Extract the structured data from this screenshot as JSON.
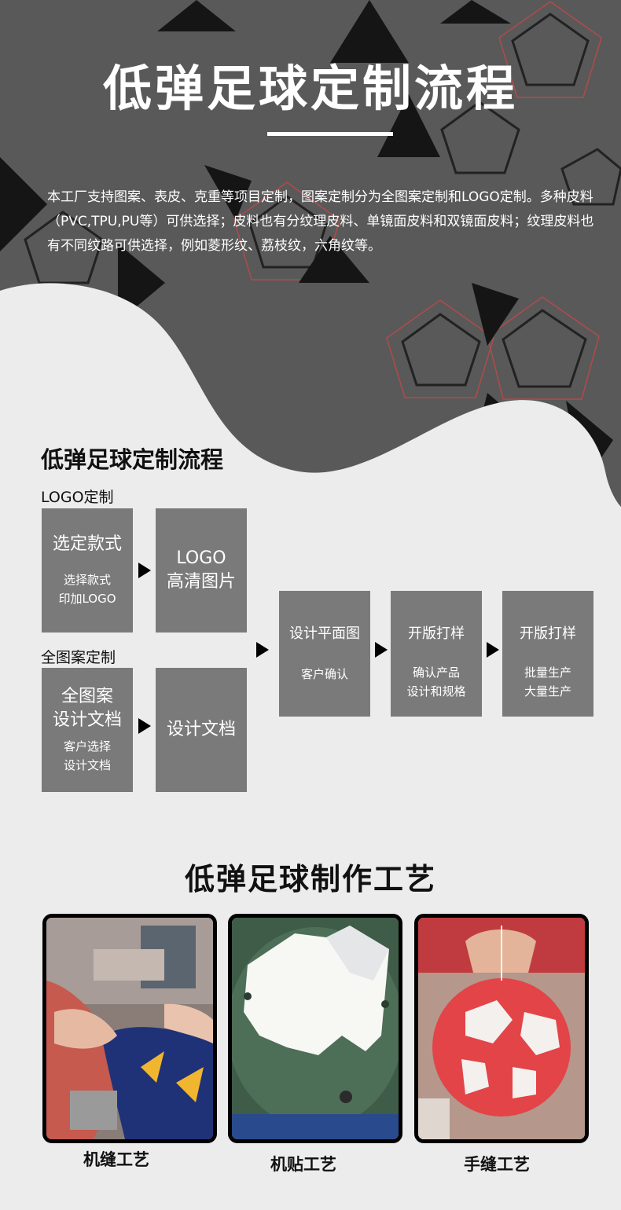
{
  "hero": {
    "title": "低弹足球定制流程",
    "description": "本工厂支持图案、表皮、克重等项目定制，图案定制分为全图案定制和LOGO定制。多种皮料（PVC,TPU,PU等）可供选择；皮料也有分纹理皮料、单镜面皮料和双镜面皮料；纹理皮料也有不同纹路可供选择，例如菱形纹、荔枝纹，六角纹等。",
    "bg_color": "#595959"
  },
  "flow": {
    "title": "低弹足球定制流程",
    "logo_label": "LOGO定制",
    "full_label": "全图案定制",
    "box_color": "#7a7a7a",
    "steps": {
      "select_style": {
        "title": "选定款式",
        "sub1": "选择款式",
        "sub2": "印加LOGO"
      },
      "logo_image": {
        "line1": "LOGO",
        "line2": "高清图片"
      },
      "full_design": {
        "line1": "全图案",
        "line2": "设计文档",
        "sub1": "客户选择",
        "sub2": "设计文档"
      },
      "design_doc": {
        "title": "设计文档"
      },
      "flat_design": {
        "title": "设计平面图",
        "sub": "客户确认"
      },
      "proof": {
        "title": "开版打样",
        "sub1": "确认产品",
        "sub2": "设计和规格"
      },
      "production": {
        "title": "开版打样",
        "sub1": "批量生产",
        "sub2": "大量生产"
      }
    }
  },
  "craft": {
    "title": "低弹足球制作工艺",
    "items": [
      {
        "caption": "机缝工艺"
      },
      {
        "caption": "机贴工艺"
      },
      {
        "caption": "手缝工艺"
      }
    ]
  }
}
